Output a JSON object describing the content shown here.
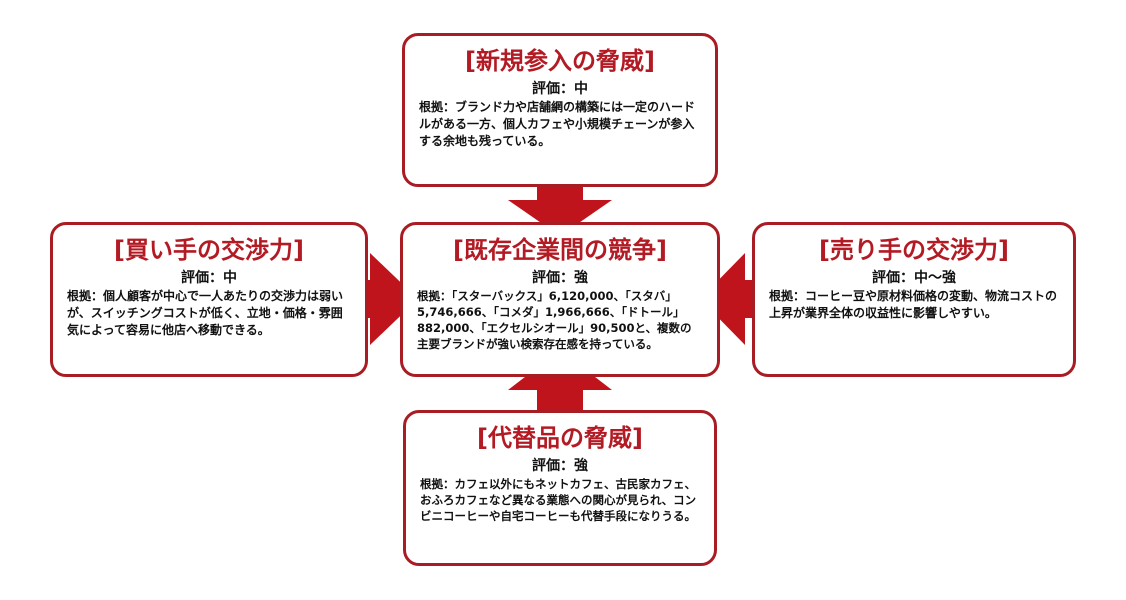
{
  "colors": {
    "accent": "#b31b24",
    "border": "#a81c23",
    "arrow": "#c0141c"
  },
  "forces": {
    "top": {
      "title": "[新規参入の脅威]",
      "rating": "評価：中",
      "basis": "根拠：ブランド力や店舗網の構築には一定のハードルがある一方、個人カフェや小規模チェーンが参入する余地も残っている。"
    },
    "center": {
      "title": "[既存企業間の競争]",
      "rating": "評価：強",
      "basis": "根拠：「スターバックス」6,120,000、「スタバ」5,746,666、「コメダ」1,966,666、「ドトール」882,000、「エクセルシオール」90,500と、複数の主要ブランドが強い検索存在感を持っている。"
    },
    "left": {
      "title": "[買い手の交渉力]",
      "rating": "評価：中",
      "basis": "根拠：個人顧客が中心で一人あたりの交渉力は弱いが、スイッチングコストが低く、立地・価格・雰囲気によって容易に他店へ移動できる。"
    },
    "right": {
      "title": "[売り手の交渉力]",
      "rating": "評価：中〜強",
      "basis": "根拠：コーヒー豆や原材料価格の変動、物流コストの上昇が業界全体の収益性に影響しやすい。"
    },
    "bottom": {
      "title": "[代替品の脅威]",
      "rating": "評価：強",
      "basis": "根拠：カフェ以外にもネットカフェ、古民家カフェ、おふろカフェなど異なる業態への関心が見られ、コンビニコーヒーや自宅コーヒーも代替手段になりうる。"
    }
  }
}
